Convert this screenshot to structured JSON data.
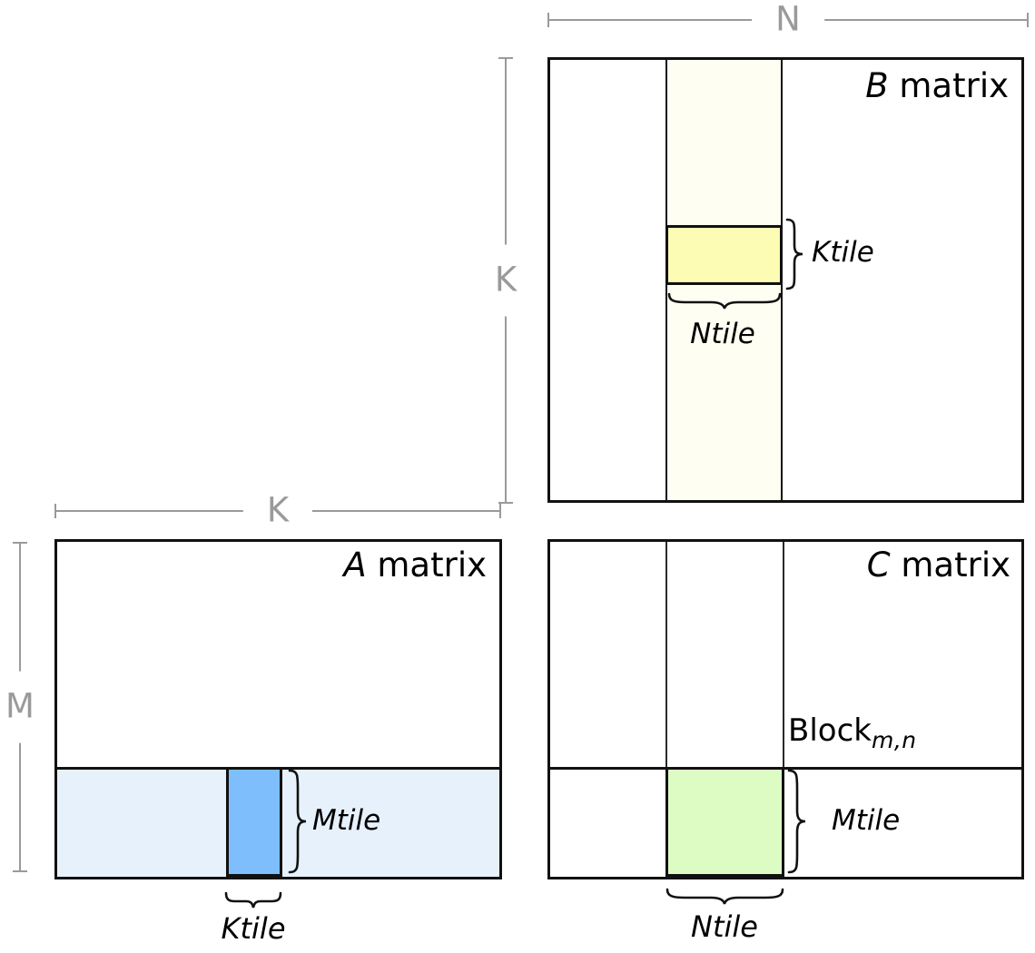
{
  "b_panel": {
    "title_letter": "B",
    "title_word": " matrix",
    "dim_top": "N",
    "dim_side": "K",
    "ktile_label": "Ktile",
    "ntile_label": "Ntile"
  },
  "a_panel": {
    "title_letter": "A",
    "title_word": " matrix",
    "dim_top": "K",
    "dim_side": "M",
    "mtile_label": "Mtile",
    "ktile_label": "Ktile"
  },
  "c_panel": {
    "title_letter": "C",
    "title_word": " matrix",
    "block_base": "Block",
    "block_sub": "m,n",
    "mtile_label": "Mtile",
    "ntile_label": "Ntile"
  },
  "colors": {
    "outline_black": "#111111",
    "dim_gray": "#9a9a9a",
    "b_strip_ivory": "#fffef2",
    "b_tile_yellow": "#fcfcb4",
    "a_strip_blue": "#e7f1fc",
    "a_tile_blue": "#7fbefc",
    "c_tile_green": "#ddfcc4"
  }
}
